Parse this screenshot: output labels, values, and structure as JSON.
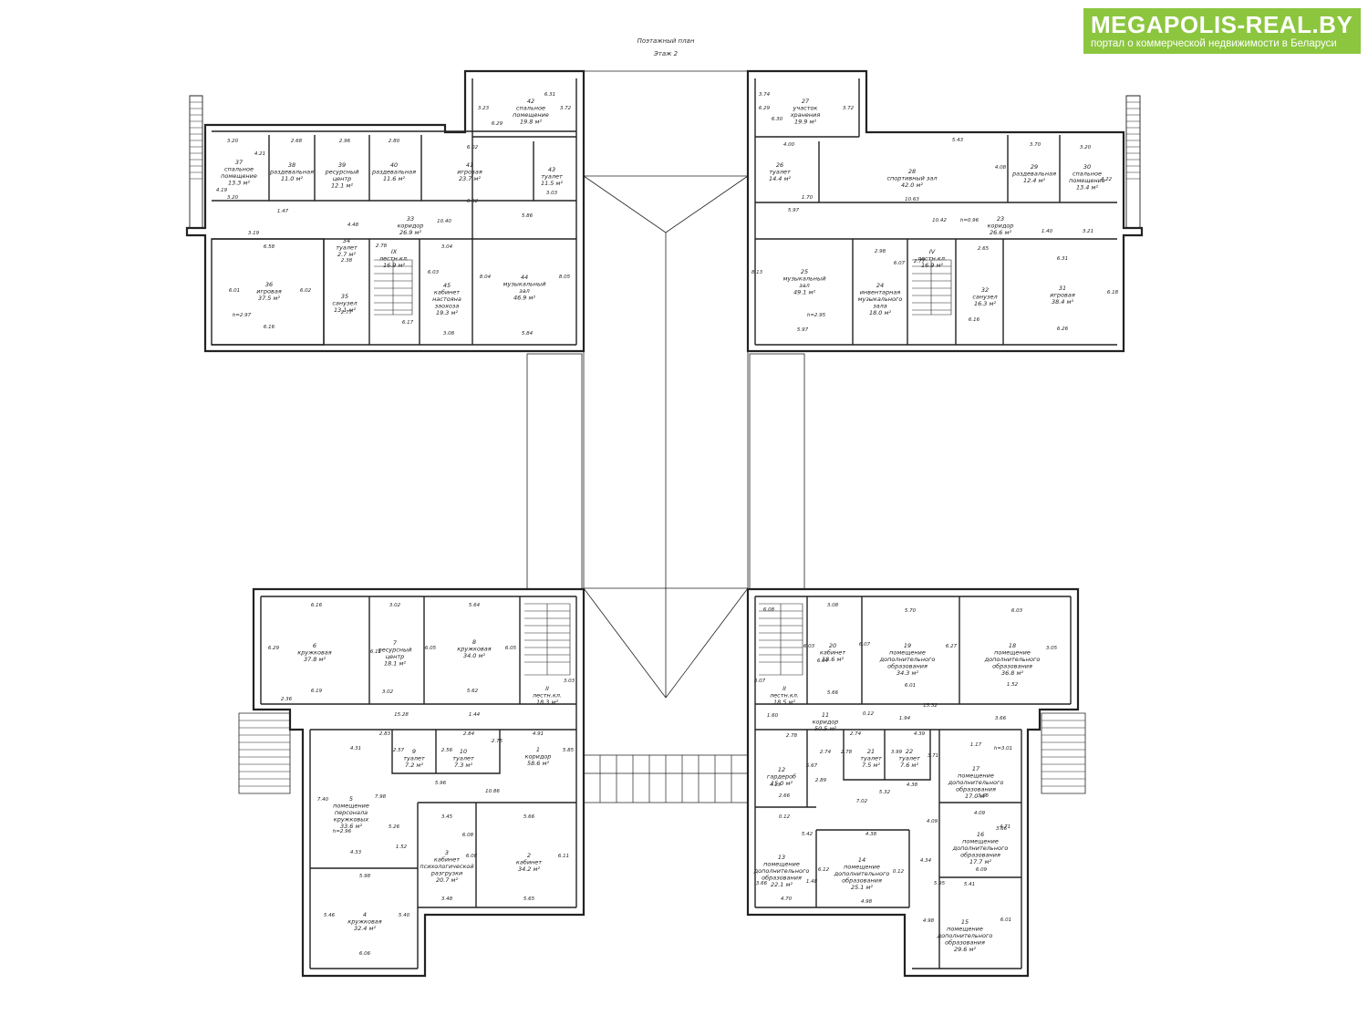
{
  "brand": {
    "name": "MEGAPOLIS-REAL.BY",
    "tagline": "портал о коммерческой недвижимости в Беларуси",
    "color": "#8cc63f"
  },
  "plan": {
    "title": "Поэтажный план",
    "floor": "Этаж 2"
  },
  "rooms": [
    {
      "num": "37",
      "name": "спальное помещение",
      "area": "13.3 м²"
    },
    {
      "num": "38",
      "name": "раздевальная",
      "area": "11.0 м²"
    },
    {
      "num": "39",
      "name": "ресурсный центр",
      "area": "12.1 м²"
    },
    {
      "num": "40",
      "name": "раздевальная",
      "area": "11.6 м²"
    },
    {
      "num": "41",
      "name": "игровая",
      "area": "23.7 м²"
    },
    {
      "num": "42",
      "name": "спальное помещение",
      "area": "19.8 м²"
    },
    {
      "num": "43",
      "name": "туалет",
      "area": "11.5 м²"
    },
    {
      "num": "33",
      "name": "коридор",
      "area": "26.9 м²"
    },
    {
      "num": "34",
      "name": "туалет",
      "area": "2.7 м²"
    },
    {
      "num": "IX",
      "name": "лестн.кл.",
      "area": "16.9 м²"
    },
    {
      "num": "36",
      "name": "игровая",
      "area": "37.5 м²"
    },
    {
      "num": "35",
      "name": "санузел",
      "area": "13.1 м²"
    },
    {
      "num": "45",
      "name": "кабинет настояна заохоза",
      "area": "19.3 м²"
    },
    {
      "num": "44",
      "name": "музыкальный зал",
      "area": "46.9 м²"
    },
    {
      "num": "27",
      "name": "участок хранения",
      "area": "19.9 м²"
    },
    {
      "num": "26",
      "name": "туалет",
      "area": "14.4 м²"
    },
    {
      "num": "28",
      "name": "спортивный зал",
      "area": "42.0 м²"
    },
    {
      "num": "29",
      "name": "раздевальная",
      "area": "12.4 м²"
    },
    {
      "num": "30",
      "name": "спальное помещение",
      "area": "13.4 м²"
    },
    {
      "num": "23",
      "name": "коридор",
      "area": "26.6 м²"
    },
    {
      "num": "25",
      "name": "музыкальный зал",
      "area": "49.1 м²"
    },
    {
      "num": "24",
      "name": "инвентарная музыкального зала",
      "area": "18.0 м²"
    },
    {
      "num": "IV",
      "name": "лестн.кл.",
      "area": "16.9 м²"
    },
    {
      "num": "32",
      "name": "санузел",
      "area": "16.3 м²"
    },
    {
      "num": "31",
      "name": "игровая",
      "area": "38.4 м²"
    },
    {
      "num": "6",
      "name": "кружковая",
      "area": "37.8 м²"
    },
    {
      "num": "7",
      "name": "ресурсный центр",
      "area": "18.1 м²"
    },
    {
      "num": "8",
      "name": "кружковая",
      "area": "34.0 м²"
    },
    {
      "num": "II",
      "name": "лестн.кл.",
      "area": "18.3 м²"
    },
    {
      "num": "9",
      "name": "туалет",
      "area": "7.2 м²"
    },
    {
      "num": "10",
      "name": "туалет",
      "area": "7.3 м²"
    },
    {
      "num": "1",
      "name": "коридор",
      "area": "58.6 м²"
    },
    {
      "num": "5",
      "name": "помещение персонала кружковых",
      "area": "33.6 м²"
    },
    {
      "num": "3",
      "name": "кабинет психологической разгрузки",
      "area": "20.7 м²"
    },
    {
      "num": "2",
      "name": "кабинет",
      "area": "34.2 м²"
    },
    {
      "num": "4",
      "name": "кружковая",
      "area": "32.4 м²"
    },
    {
      "num": "20",
      "name": "кабинет",
      "area": "18.6 м²"
    },
    {
      "num": "19",
      "name": "помещение дополнительного образования",
      "area": "34.3 м²"
    },
    {
      "num": "18",
      "name": "помещение дополнительного образования",
      "area": "36.8 м²"
    },
    {
      "num": "II",
      "name": "лестн.кл.",
      "area": "18.5 м²"
    },
    {
      "num": "11",
      "name": "коридор",
      "area": "50.5 м²"
    },
    {
      "num": "12",
      "name": "гардероб",
      "area": "15.0 м²"
    },
    {
      "num": "21",
      "name": "туалет",
      "area": "7.5 м²"
    },
    {
      "num": "22",
      "name": "туалет",
      "area": "7.6 м²"
    },
    {
      "num": "17",
      "name": "помещение дополнительного образования",
      "area": "17.0 м²"
    },
    {
      "num": "16",
      "name": "помещение дополнительного образования",
      "area": "17.7 м²"
    },
    {
      "num": "13",
      "name": "помещение дополнительного образования",
      "area": "22.1 м²"
    },
    {
      "num": "14",
      "name": "помещение дополнительного образования",
      "area": "25.1 м²"
    },
    {
      "num": "15",
      "name": "помещение дополнительного образования",
      "area": "29.6 м²"
    }
  ],
  "dims": [
    "3.20",
    "2.68",
    "2.96",
    "2.80",
    "6.02",
    "6.31",
    "3.72",
    "3.23",
    "6.29",
    "4.19",
    "4.21",
    "3.20",
    "1.47",
    "4.48",
    "6.02",
    "3.03",
    "5.86",
    "3.19",
    "6.58",
    "2.78",
    "3.04",
    "10.40",
    "6.01",
    "6.02",
    "2.38",
    "2.77",
    "6.03",
    "8.04",
    "8.05",
    "5.84",
    "3.08",
    "6.16",
    "6.17",
    "h=2.97",
    "6.29",
    "3.72",
    "3.74",
    "6.30",
    "4.00",
    "5.43",
    "3.70",
    "3.20",
    "4.08",
    "4.22",
    "10.63",
    "10.42",
    "h=0.96",
    "1.40",
    "3.21",
    "1.70",
    "5.97",
    "2.98",
    "2.77",
    "2.65",
    "6.31",
    "8.13",
    "6.07",
    "6.18",
    "6.16",
    "6.26",
    "5.97",
    "h=2.95",
    "6.16",
    "3.02",
    "5.64",
    "6.29",
    "6.11",
    "6.05",
    "6.05",
    "3.03",
    "6.19",
    "3.02",
    "5.62",
    "2.36",
    "15.28",
    "1.44",
    "2.83",
    "2.84",
    "4.91",
    "4.31",
    "2.57",
    "2.56",
    "2.75",
    "5.85",
    "5.96",
    "10.86",
    "7.40",
    "7.98",
    "3.45",
    "6.08",
    "5.66",
    "h=2.96",
    "4.33",
    "1.52",
    "5.26",
    "6.08",
    "6.11",
    "5.98",
    "3.48",
    "5.65",
    "5.46",
    "5.40",
    "6.06",
    "6.08",
    "3.08",
    "5.70",
    "6.03",
    "6.03",
    "6.04",
    "6.07",
    "6.27",
    "3.05",
    "3.07",
    "5.66",
    "6.01",
    "1.52",
    "1.60",
    "0.12",
    "15.32",
    "1.94",
    "3.66",
    "2.78",
    "2.74",
    "4.39",
    "1.17",
    "2.74",
    "2.78",
    "3.99",
    "3.71",
    "h=3.01",
    "4.13",
    "5.67",
    "2.89",
    "4.38",
    "3.65",
    "2.66",
    "7.02",
    "5.32",
    "4.09",
    "3.66",
    "0.12",
    "5.42",
    "4.38",
    "4.09",
    "4.71",
    "6.12",
    "1.48",
    "4.34",
    "6.09",
    "3.66",
    "4.70",
    "0.12",
    "5.95",
    "5.41",
    "4.98",
    "4.98",
    "6.01"
  ]
}
